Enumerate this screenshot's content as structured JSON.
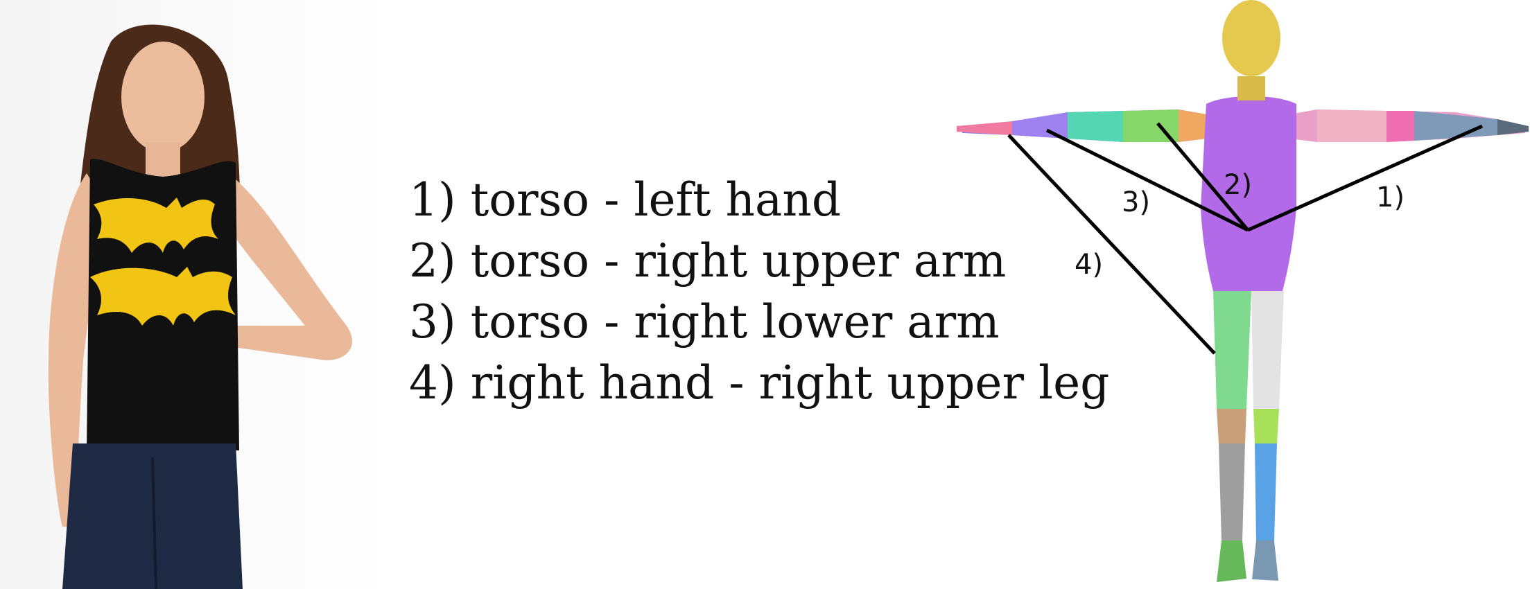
{
  "legend": {
    "items": [
      {
        "label": "1) torso - left hand"
      },
      {
        "label": "2) torso - right upper arm"
      },
      {
        "label": "3) torso - right lower arm"
      },
      {
        "label": "4) right hand - right upper leg"
      }
    ]
  },
  "model": {
    "tags": [
      "1)",
      "2)",
      "3)",
      "4)"
    ]
  },
  "colors": {
    "head": "#e5c84e",
    "torso": "#b36ae8",
    "shirt": "#111111",
    "logo": "#f2c514",
    "jeans": "#1e2a44",
    "skin": "#e9b99a",
    "hair": "#4b2a19",
    "link_line": "#000000"
  }
}
